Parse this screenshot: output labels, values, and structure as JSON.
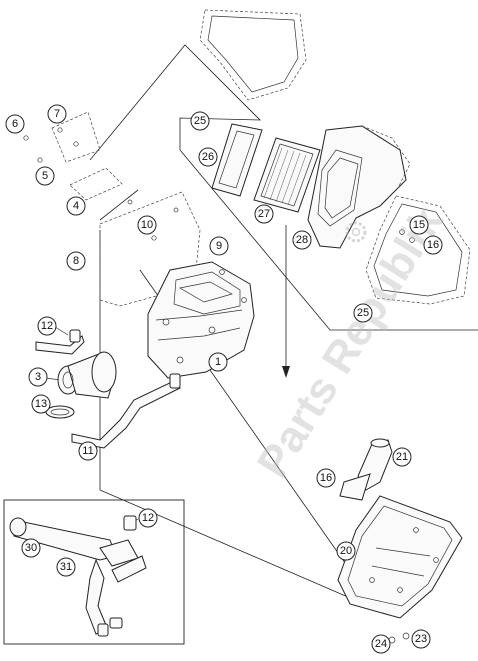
{
  "watermark": "Parts Republik",
  "colors": {
    "callout_highlight": "#f4c98d",
    "line": "#222222"
  },
  "callouts": [
    "1",
    "3",
    "4",
    "5",
    "6",
    "7",
    "8",
    "9",
    "10",
    "11",
    "12",
    "13",
    "15",
    "16",
    "20",
    "21",
    "23",
    "24",
    "25",
    "26",
    "27",
    "28",
    "30",
    "31"
  ],
  "labels": {
    "c1": "1",
    "c3": "3",
    "c4": "4",
    "c5": "5",
    "c6": "6",
    "c7": "7",
    "c8": "8",
    "c9": "9",
    "c10": "10",
    "c11": "11",
    "c12a": "12",
    "c12b": "12",
    "c13": "13",
    "c15": "15",
    "c16a": "16",
    "c16b": "16",
    "c20": "20",
    "c21": "21",
    "c23": "23",
    "c24": "24",
    "c25a": "25",
    "c25b": "25",
    "c26": "26",
    "c27": "27",
    "c28": "28",
    "c30": "30",
    "c31": "31"
  }
}
